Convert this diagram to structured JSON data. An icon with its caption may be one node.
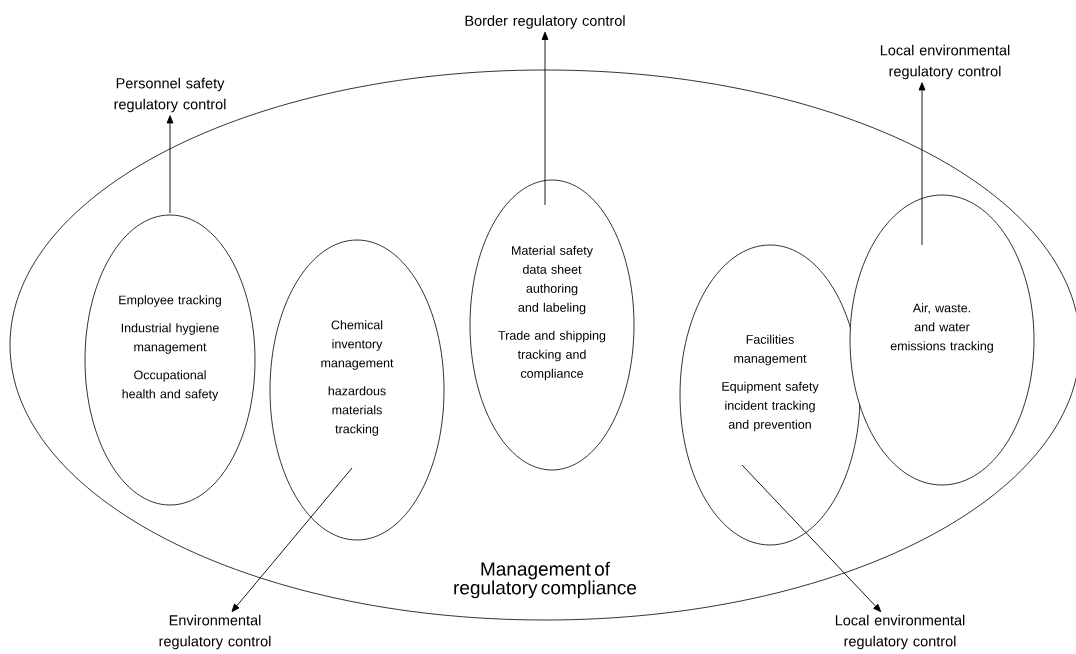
{
  "diagram": {
    "nodes": [
      {
        "text": [
          "Management of regulatory compliance"
        ]
      },
      {
        "text": [
          "Employee tracking",
          "Industrial hygiene management",
          "Occupational health and safety"
        ],
        "in": 0
      },
      {
        "text": [
          "Chemical inventory management",
          "hazardous materials tracking"
        ],
        "in": 0
      },
      {
        "text": [
          "Material safety data sheet authoring and labeling",
          "Trade and shipping tracking and compliance"
        ],
        "in": 0
      },
      {
        "text": [
          "Facilities management",
          "Equipment safety incident tracking and prevention"
        ],
        "in": 0
      },
      {
        "text": [
          "Air, waste. and water emissions tracking"
        ],
        "in": 0
      },
      {
        "text": [
          "Personnel safety regulatory control"
        ]
      },
      {
        "text": [
          "Border regulatory control"
        ]
      },
      {
        "text": [
          "Local environmental regulatory control"
        ]
      },
      {
        "text": [
          "Environmental regulatory control"
        ]
      },
      {
        "text": [
          "Local environmental regulatory control"
        ]
      }
    ],
    "edges": [
      {
        "from": 1,
        "to": 6,
        "arrow": "to"
      },
      {
        "from": 3,
        "to": 7,
        "arrow": "to"
      },
      {
        "from": 5,
        "to": 8,
        "arrow": "to"
      },
      {
        "from": 2,
        "to": 9,
        "arrow": "to"
      },
      {
        "from": 4,
        "to": 10,
        "arrow": "to"
      }
    ]
  }
}
